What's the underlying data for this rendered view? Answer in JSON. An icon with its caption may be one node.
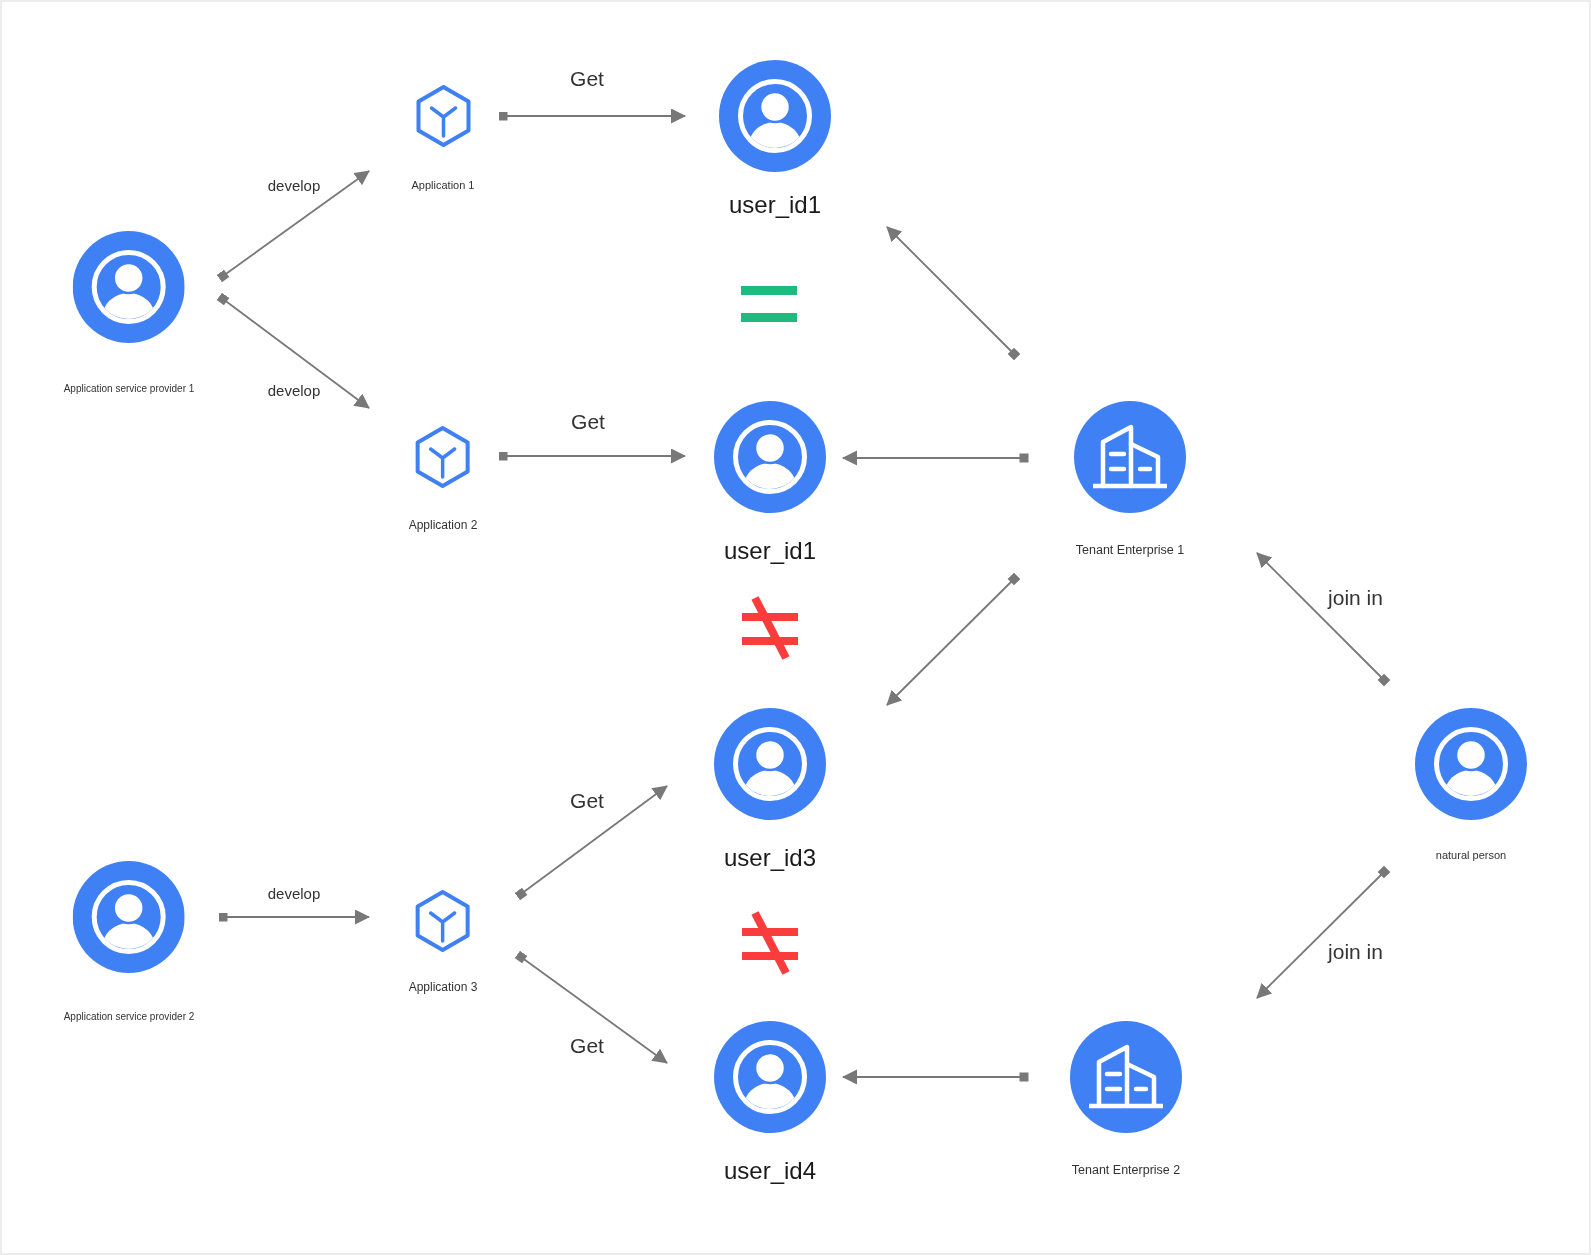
{
  "diagram": {
    "nodes": [
      {
        "text": [
          "Application service provider 1"
        ]
      },
      {
        "text": [
          "Application 1"
        ]
      },
      {
        "text": [
          "user_id1"
        ]
      },
      {
        "text": [
          "Application 2"
        ]
      },
      {
        "text": [
          "user_id1"
        ]
      },
      {
        "text": [
          "Tenant Enterprise 1"
        ]
      },
      {
        "text": [
          "user_id3"
        ]
      },
      {
        "text": [
          "natural person"
        ]
      },
      {
        "text": [
          "Application service provider 2"
        ]
      },
      {
        "text": [
          "Application 3"
        ]
      },
      {
        "text": [
          "user_id4"
        ]
      },
      {
        "text": [
          "Tenant Enterprise 2"
        ]
      }
    ],
    "edges": [
      {
        "from": 0,
        "to": 1,
        "label": "develop",
        "arrow": "to"
      },
      {
        "from": 0,
        "to": 3,
        "label": "develop",
        "arrow": "to"
      },
      {
        "from": 1,
        "to": 2,
        "label": "Get",
        "arrow": "to"
      },
      {
        "from": 3,
        "to": 4,
        "label": "Get",
        "arrow": "to"
      },
      {
        "from": 5,
        "to": 2,
        "arrow": "to"
      },
      {
        "from": 5,
        "to": 4,
        "arrow": "to"
      },
      {
        "from": 5,
        "to": 6,
        "arrow": "to"
      },
      {
        "from": 7,
        "to": 5,
        "label": "join in",
        "arrow": "to"
      },
      {
        "from": 7,
        "to": 11,
        "label": "join in",
        "arrow": "to"
      },
      {
        "from": 8,
        "to": 9,
        "label": "develop",
        "arrow": "to"
      },
      {
        "from": 9,
        "to": 6,
        "label": "Get",
        "arrow": "to"
      },
      {
        "from": 9,
        "to": 10,
        "label": "Get",
        "arrow": "to"
      },
      {
        "from": 11,
        "to": 10,
        "arrow": "to"
      }
    ]
  }
}
